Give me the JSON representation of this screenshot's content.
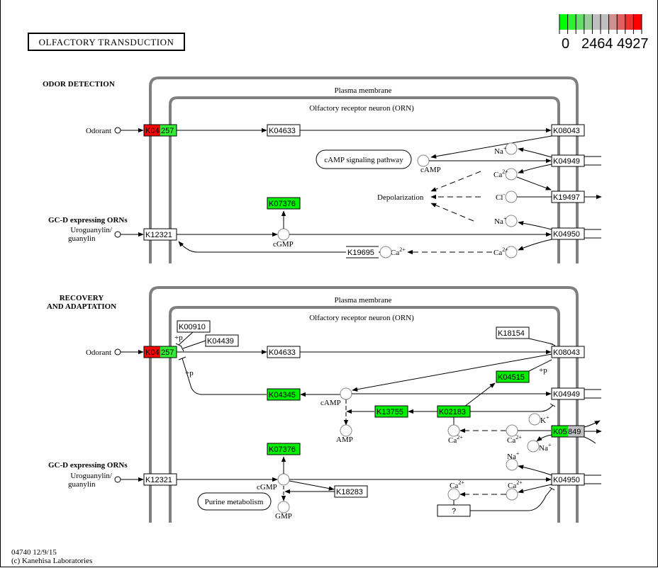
{
  "title": "OLFACTORY TRANSDUCTION",
  "legend": {
    "colors": [
      "#00ff00",
      "#33ee33",
      "#66dd66",
      "#99cc99",
      "#bfbfbf",
      "#bfbfbf",
      "#d09090",
      "#e06060",
      "#f03030",
      "#ff0000"
    ],
    "labels": [
      "0",
      "2464",
      "4927"
    ]
  },
  "footer": {
    "line1": "04740 12/9/15",
    "line2": "(c) Kanehisa Laboratories"
  },
  "colors": {
    "up": "#ff0000",
    "down": "#00ee00",
    "neutral": "#bfbfbf",
    "membrane": "#808080"
  },
  "sections": [
    {
      "heading": "ODOR DETECTION",
      "compartments": {
        "outer": "Plasma membrane",
        "inner": "Olfactory receptor neuron (ORN)"
      },
      "sublabel": "GC-D expressing ORNs",
      "inputs": [
        "Odorant",
        "Uroguanylin/",
        "guanylin"
      ],
      "genes": [
        {
          "id": "K04257",
          "split": [
            "K04",
            "257"
          ],
          "colors": [
            "#ff0000",
            "#33ee33"
          ]
        },
        {
          "id": "K04633",
          "color": "#ffffff"
        },
        {
          "id": "K08043",
          "color": "#ffffff"
        },
        {
          "id": "K04949",
          "color": "#ffffff"
        },
        {
          "id": "K19497",
          "color": "#ffffff"
        },
        {
          "id": "K07376",
          "color": "#00ee00"
        },
        {
          "id": "K12321",
          "color": "#ffffff"
        },
        {
          "id": "K04950",
          "color": "#ffffff"
        },
        {
          "id": "K19695",
          "color": "#ffffff"
        }
      ],
      "compounds": [
        "cAMP",
        "Na+",
        "Ca2+",
        "Cl-",
        "Na+",
        "Ca2+",
        "cGMP",
        "Ca2+"
      ],
      "pathways": [
        "cAMP signaling pathway"
      ],
      "labels": [
        "Depolarization"
      ]
    },
    {
      "heading_line1": "RECOVERY",
      "heading_line2": "AND ADAPTATION",
      "compartments": {
        "outer": "Plasma membrane",
        "inner": "Olfactory receptor neuron (ORN)"
      },
      "sublabel": "GC-D expressing ORNs",
      "inputs": [
        "Odorant",
        "Uroguanylin/",
        "guanylin"
      ],
      "genes": [
        {
          "id": "K04257",
          "split": [
            "K04",
            "257"
          ],
          "colors": [
            "#ff0000",
            "#33ee33"
          ]
        },
        {
          "id": "K00910",
          "color": "#ffffff"
        },
        {
          "id": "K04439",
          "color": "#ffffff"
        },
        {
          "id": "K04633",
          "color": "#ffffff"
        },
        {
          "id": "K18154",
          "color": "#ffffff"
        },
        {
          "id": "K08043",
          "color": "#ffffff"
        },
        {
          "id": "K04515",
          "color": "#00ee00"
        },
        {
          "id": "K04345",
          "color": "#00ee00"
        },
        {
          "id": "K04949",
          "color": "#ffffff"
        },
        {
          "id": "K13755",
          "color": "#00ee00"
        },
        {
          "id": "K02183",
          "color": "#00ee00"
        },
        {
          "id": "K05849",
          "split": [
            "K05",
            "849"
          ],
          "colors": [
            "#00ee00",
            "#bfbfbf"
          ]
        },
        {
          "id": "K07376",
          "color": "#00ee00"
        },
        {
          "id": "K12321",
          "color": "#ffffff"
        },
        {
          "id": "K18283",
          "color": "#ffffff"
        },
        {
          "id": "K04950",
          "color": "#ffffff"
        },
        {
          "id": "?",
          "color": "#ffffff"
        }
      ],
      "compounds": [
        "cAMP",
        "AMP",
        "Ca2+",
        "Ca2+",
        "K+",
        "Na+",
        "Na+",
        "cGMP",
        "GMP",
        "Ca2+",
        "Ca2+"
      ],
      "pathways": [
        "Purine metabolism"
      ],
      "marks": [
        "+p",
        "+p",
        "+p"
      ]
    }
  ]
}
